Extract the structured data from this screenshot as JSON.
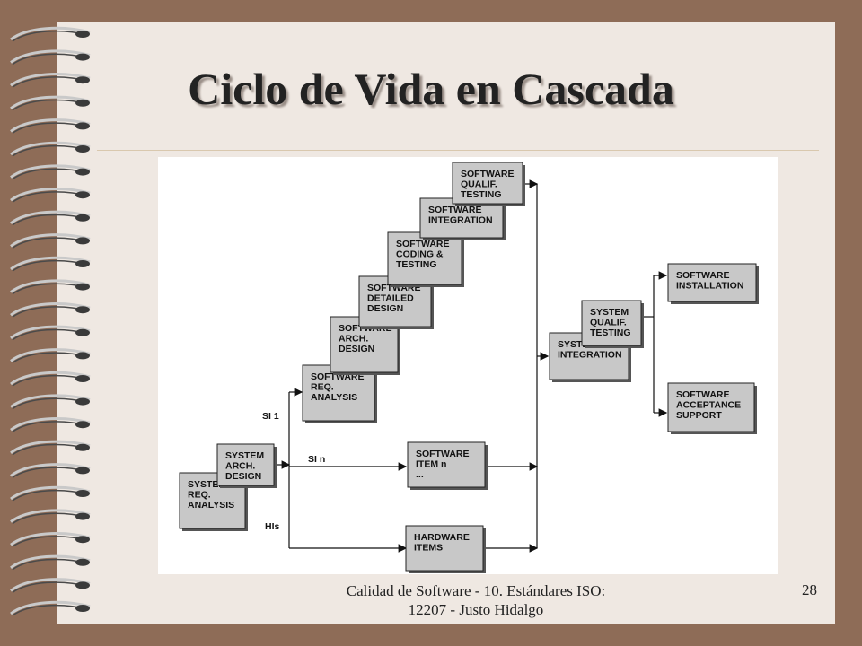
{
  "slide": {
    "title": "Ciclo de Vida en Cascada",
    "footer_line1": "Calidad de Software - 10. Estándares ISO:",
    "footer_line2": "12207 - Justo Hidalgo",
    "page_number": "28"
  },
  "diagram": {
    "boxes": [
      {
        "id": "sys-req-analysis",
        "lines": [
          "SYSTEM",
          "REQ.",
          "ANALYSIS"
        ]
      },
      {
        "id": "sys-arch-design",
        "lines": [
          "SYSTEM",
          "ARCH.",
          "DESIGN"
        ]
      },
      {
        "id": "sw-req-analysis",
        "lines": [
          "SOFTWARE",
          "REQ.",
          "ANALYSIS"
        ]
      },
      {
        "id": "sw-arch-design",
        "lines": [
          "SOFTWARE",
          "ARCH.",
          "DESIGN"
        ]
      },
      {
        "id": "sw-detailed-design",
        "lines": [
          "SOFTWARE",
          "DETAILED",
          "DESIGN"
        ]
      },
      {
        "id": "sw-coding-testing",
        "lines": [
          "SOFTWARE",
          "CODING &",
          "TESTING"
        ]
      },
      {
        "id": "sw-integration",
        "lines": [
          "SOFTWARE",
          "INTEGRATION"
        ]
      },
      {
        "id": "sw-qualif-testing",
        "lines": [
          "SOFTWARE",
          "QUALIF.",
          "TESTING"
        ]
      },
      {
        "id": "sw-item-n",
        "lines": [
          "SOFTWARE",
          "ITEM n",
          "..."
        ]
      },
      {
        "id": "hardware-items",
        "lines": [
          "HARDWARE",
          "ITEMS"
        ]
      },
      {
        "id": "sys-integration",
        "lines": [
          "SYSTEM",
          "INTEGRATION"
        ]
      },
      {
        "id": "sys-qualif-testing",
        "lines": [
          "SYSTEM",
          "QUALIF.",
          "TESTING"
        ]
      },
      {
        "id": "sw-installation",
        "lines": [
          "SOFTWARE",
          "INSTALLATION"
        ]
      },
      {
        "id": "sw-acceptance-support",
        "lines": [
          "SOFTWARE",
          "ACCEPTANCE",
          "SUPPORT"
        ]
      }
    ],
    "branch_labels": {
      "si1": "SI 1",
      "sin": "SI n",
      "his": "HIs"
    }
  }
}
